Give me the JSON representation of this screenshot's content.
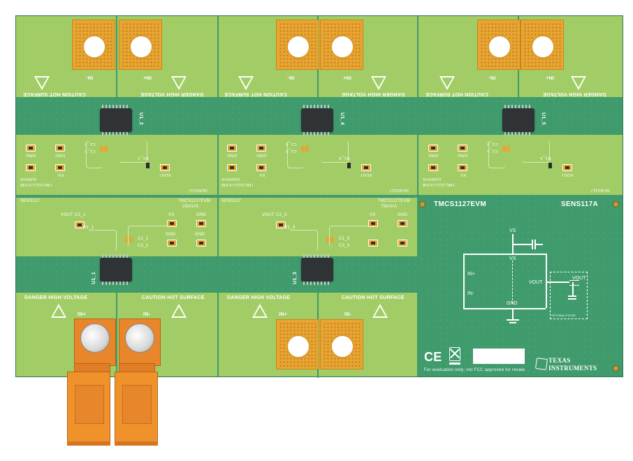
{
  "board": {
    "title": "TMCS1127EVM",
    "revision": "SENS117A",
    "disclaimer": "For evaluation only; not FCC approved for resale.",
    "brand_line1": "TEXAS",
    "brand_line2": "INSTRUMENTS"
  },
  "top_panels": [
    {
      "pin_left": "IN-",
      "pin_right": "IN+",
      "caution": "CAUTION HOT SURFACE",
      "danger": "DANGER HIGH VOLTAGE",
      "u": "U1_2",
      "c1": "C1_2",
      "c2": "C2_2",
      "r": "R1_2",
      "model": "TMCS1127EVM",
      "gain": "50mV/A",
      "sens": "SENS117",
      "gnd1": "GND",
      "gnd2": "GND",
      "vs": "VS",
      "vout": "VOUT"
    },
    {
      "pin_left": "IN-",
      "pin_right": "IN+",
      "caution": "CAUTION HOT SURFACE",
      "danger": "DANGER HIGH VOLTAGE",
      "u": "U1_4",
      "c1": "C1_4",
      "c2": "C2_4",
      "r": "R1_4",
      "model": "TMCS1127EVM",
      "gain": "100mV/A",
      "sens": "SENS117",
      "gnd1": "GND",
      "gnd2": "GND",
      "vs": "VS",
      "vout": "VOUT"
    },
    {
      "pin_left": "IN-",
      "pin_right": "IN+",
      "caution": "CAUTION HOT SURFACE",
      "danger": "DANGER HIGH VOLTAGE",
      "u": "U1_5",
      "c1": "C1_5",
      "c2": "C2_5",
      "r": "R1_5",
      "model": "TMCS1127EVM",
      "gain": "150mV/A",
      "sens": "SENS117",
      "gnd1": "GND",
      "gnd2": "GND",
      "vs": "VS",
      "vout": "VOUT"
    }
  ],
  "bottom_panels": [
    {
      "pin_left": "IN+",
      "pin_right": "IN-",
      "caution": "CAUTION HOT SURFACE",
      "danger": "DANGER HIGH VOLTAGE",
      "u": "U1_1",
      "c1": "C1_1",
      "c2": "C2_1",
      "c3": "C3_1",
      "r": "R1_1",
      "model": "TMCS1127EVM",
      "gain": "25mV/A",
      "sens": "SENS117",
      "gnd1": "GND",
      "gnd2": "GND",
      "vs": "VS",
      "vout": "VOUT"
    },
    {
      "pin_left": "IN+",
      "pin_right": "IN-",
      "caution": "CAUTION HOT SURFACE",
      "danger": "DANGER HIGH VOLTAGE",
      "u": "U1_3",
      "c1": "C1_3",
      "c2": "C2_3",
      "c3": "C3_3",
      "r": "R1_3",
      "model": "TMCS1127EVM",
      "gain": "75mV/A",
      "sens": "SENS117",
      "gnd1": "GND",
      "gnd2": "GND",
      "vs": "VS",
      "vout": "VOUT"
    }
  ],
  "schematic": {
    "vs_top": "VS",
    "vs_inner": "VS",
    "in_plus": "IN+",
    "in_minus": "IN-",
    "vout": "VOUT",
    "vout_pin": "VOUT",
    "gnd": "GND",
    "optional_filter": "OPTIONAL FILTER"
  },
  "marks": {
    "ce": "CE"
  },
  "colors": {
    "board": "#3f9a6c",
    "silk_area": "#a2cd66",
    "copper": "#e9a531",
    "terminal": "#f0922c"
  }
}
